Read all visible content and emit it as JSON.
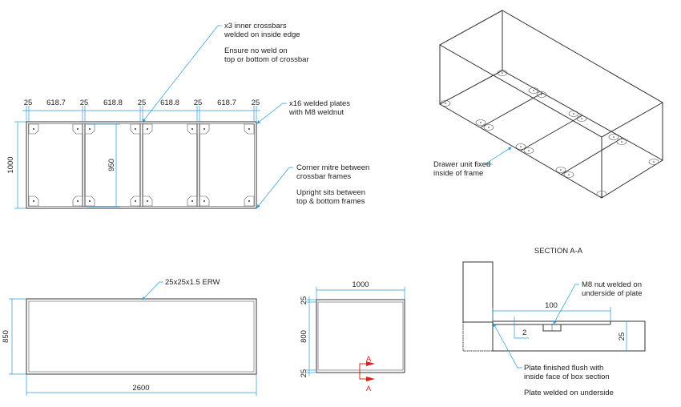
{
  "plan_view": {
    "dims_top": [
      "25",
      "618.7",
      "25",
      "618.8",
      "25",
      "618.8",
      "25",
      "618.7",
      "25"
    ],
    "dim_height": "1000",
    "dim_inner": "950",
    "notes": {
      "crossbars_1": "x3 inner crossbars",
      "crossbars_2": "welded on inside edge",
      "weld_1": "Ensure no weld on",
      "weld_2": "top or bottom of crossbar",
      "plates_1": "x16 welded plates",
      "plates_2": "with M8 weldnut",
      "mitre_1": "Corner mitre between",
      "mitre_2": "crossbar frames",
      "upright_1": "Upright sits between",
      "upright_2": "top & bottom frames"
    }
  },
  "iso_view": {
    "note_1": "Drawer unit fixed",
    "note_2": "inside of frame"
  },
  "side_view": {
    "material": "25x25x1.5 ERW",
    "dim_height": "850",
    "dim_length": "2600"
  },
  "end_view": {
    "dim_width": "1000",
    "dim_top": "25",
    "dim_mid": "800",
    "dim_bottom": "25",
    "section_label_top": "A",
    "section_label_bottom": "A"
  },
  "section": {
    "title": "SECTION A-A",
    "dim_100": "100",
    "dim_2": "2",
    "dim_25": "25",
    "nut_1": "M8 nut welded on",
    "nut_2": "underside of plate",
    "flush_1": "Plate finished flush with",
    "flush_2": "inside face of box section",
    "weld_note": "Plate welded on underside"
  },
  "colors": {
    "dimension": "#2a9ad6",
    "section_marker": "#e02020"
  }
}
